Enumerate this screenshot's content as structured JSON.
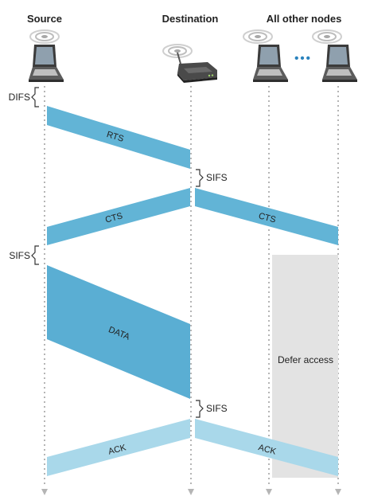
{
  "nodes": {
    "source": "Source",
    "destination": "Destination",
    "others": "All other nodes",
    "ellipsis": "•••"
  },
  "intervals": {
    "difs": "DIFS",
    "sifs_1": "SIFS",
    "sifs_2": "SIFS",
    "sifs_3": "SIFS"
  },
  "frames": {
    "rts": "RTS",
    "cts_to_source": "CTS",
    "cts_to_others": "CTS",
    "data": "DATA",
    "ack_to_source": "ACK",
    "ack_to_others": "ACK"
  },
  "defer": {
    "label": "Defer access"
  },
  "colors": {
    "frame": "#62b4d6",
    "data": "#5aaed3",
    "ack": "#a9d8ea",
    "defer": "#e3e3e3",
    "timeline": "#b5b5b5",
    "text": "#222222"
  }
}
